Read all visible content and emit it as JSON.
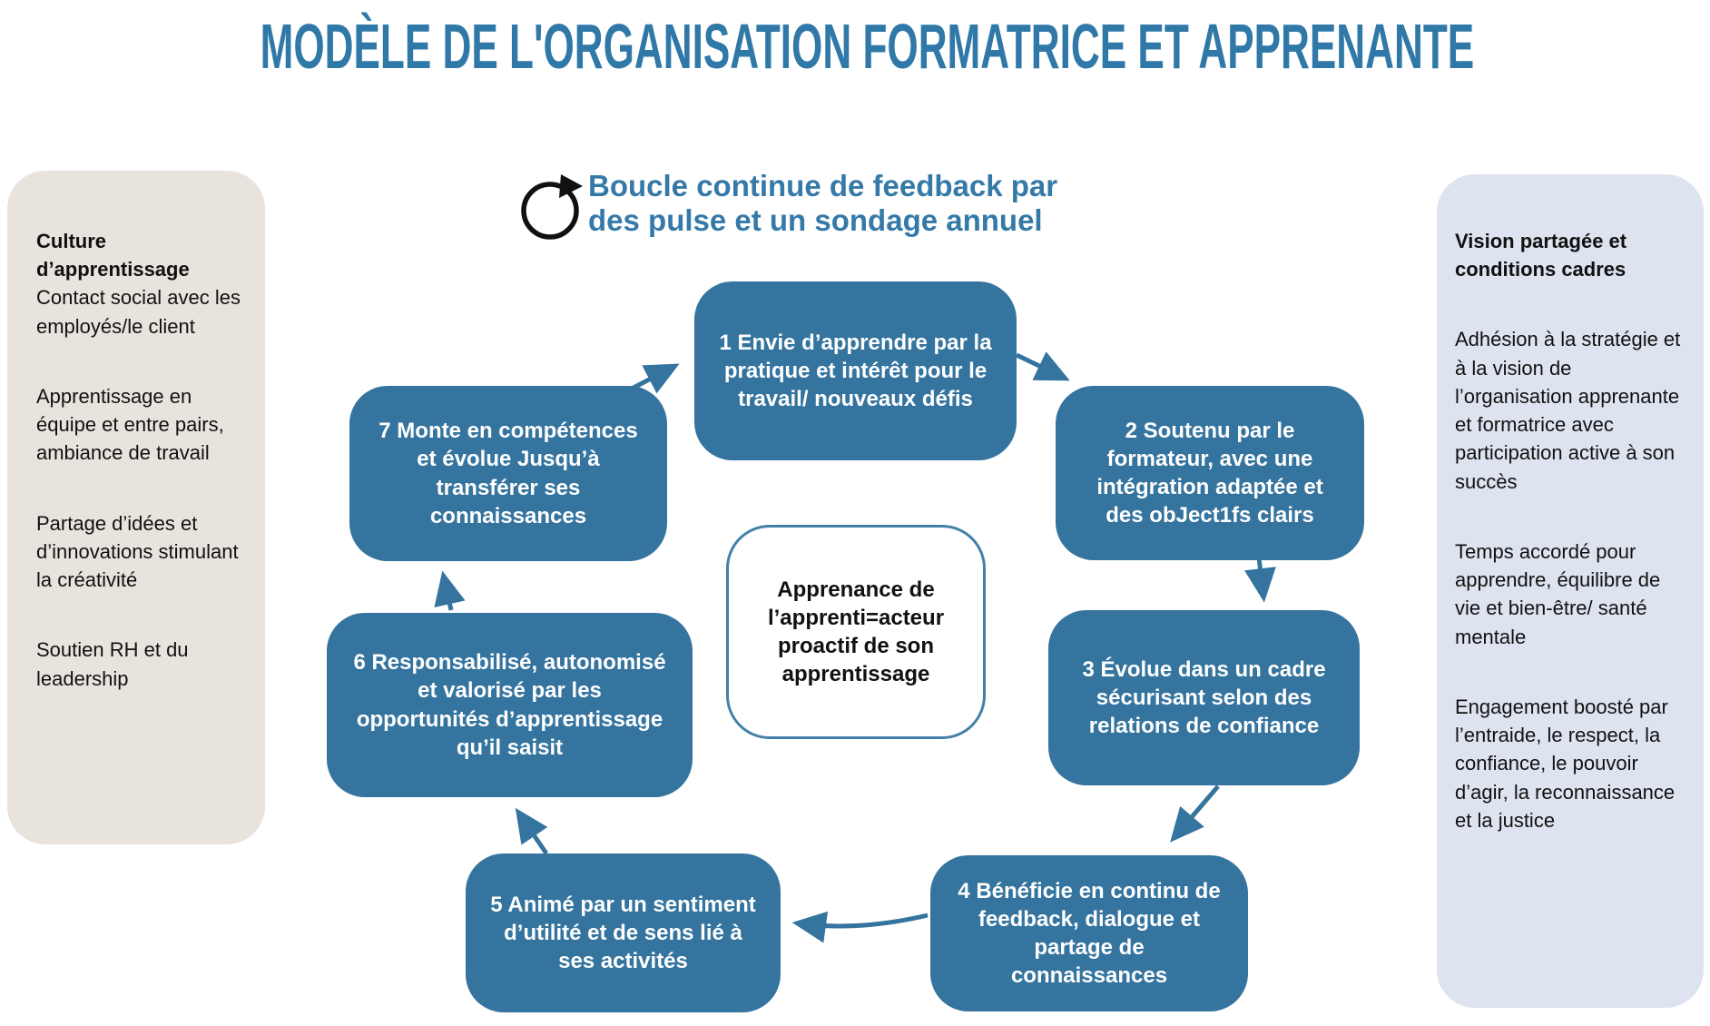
{
  "title": "MODÈLE DE L'ORGANISATION FORMATRICE ET APPRENANTE",
  "loop_heading": {
    "line1": "Boucle continue de feedback par",
    "line2": "des pulse et un sondage annuel"
  },
  "left_panel": {
    "heading": "Culture d’apprentissage",
    "items": [
      "Contact social avec les employés/le client",
      "Apprentissage en équipe et entre pairs, ambiance de travail",
      "Partage d’idées et d’innovations stimulant la créativité",
      "Soutien RH et du leadership"
    ]
  },
  "right_panel": {
    "heading": "Vision partagée et conditions cadres",
    "items": [
      "Adhésion à la stratégie et à la vision de l’organisation apprenante et formatrice avec participation active à son succès",
      "Temps accordé pour apprendre, équilibre de vie et bien-être/ santé mentale",
      "Engagement boosté par l’entraide, le respect, la confiance, le pouvoir d’agir, la reconnaissance et la justice"
    ]
  },
  "steps": [
    {
      "text": "1 Envie d’apprendre par la pratique et intérêt pour le travail/ nouveaux défis"
    },
    {
      "text": "2 Soutenu par le formateur, avec une intégration adaptée et des obJect1fs clairs"
    },
    {
      "text": "3 Évolue dans un cadre sécurisant selon des relations de confiance"
    },
    {
      "text": "4 Bénéficie en continu de feedback, dialogue et partage de connaissances"
    },
    {
      "text": "5 Animé par un sentiment d’utilité et de sens lié à ses activités"
    },
    {
      "text": "6 Responsabilisé, autonomisé et valorisé par les opportunités d’apprentissage qu’il saisit"
    },
    {
      "text": "7 Monte en compétences et évolue Jusqu’à transférer ses connaissances"
    }
  ],
  "center_box": {
    "text": "Apprenance de l’apprenti=acteur proactif de son apprentissage"
  },
  "icons": {
    "loop": "circular-arrow-icon"
  },
  "colors": {
    "step_box_blue": "#34749E",
    "title_blue": "#2F78A7",
    "heading_blue": "#3579A8",
    "left_panel_bg": "#E8E4DD",
    "right_panel_bg": "#DDE3EF",
    "center_box_border": "#4380A8",
    "loop_icon_black": "#111111",
    "text_black": "#111111",
    "step_text_white": "#FFFFFF"
  }
}
